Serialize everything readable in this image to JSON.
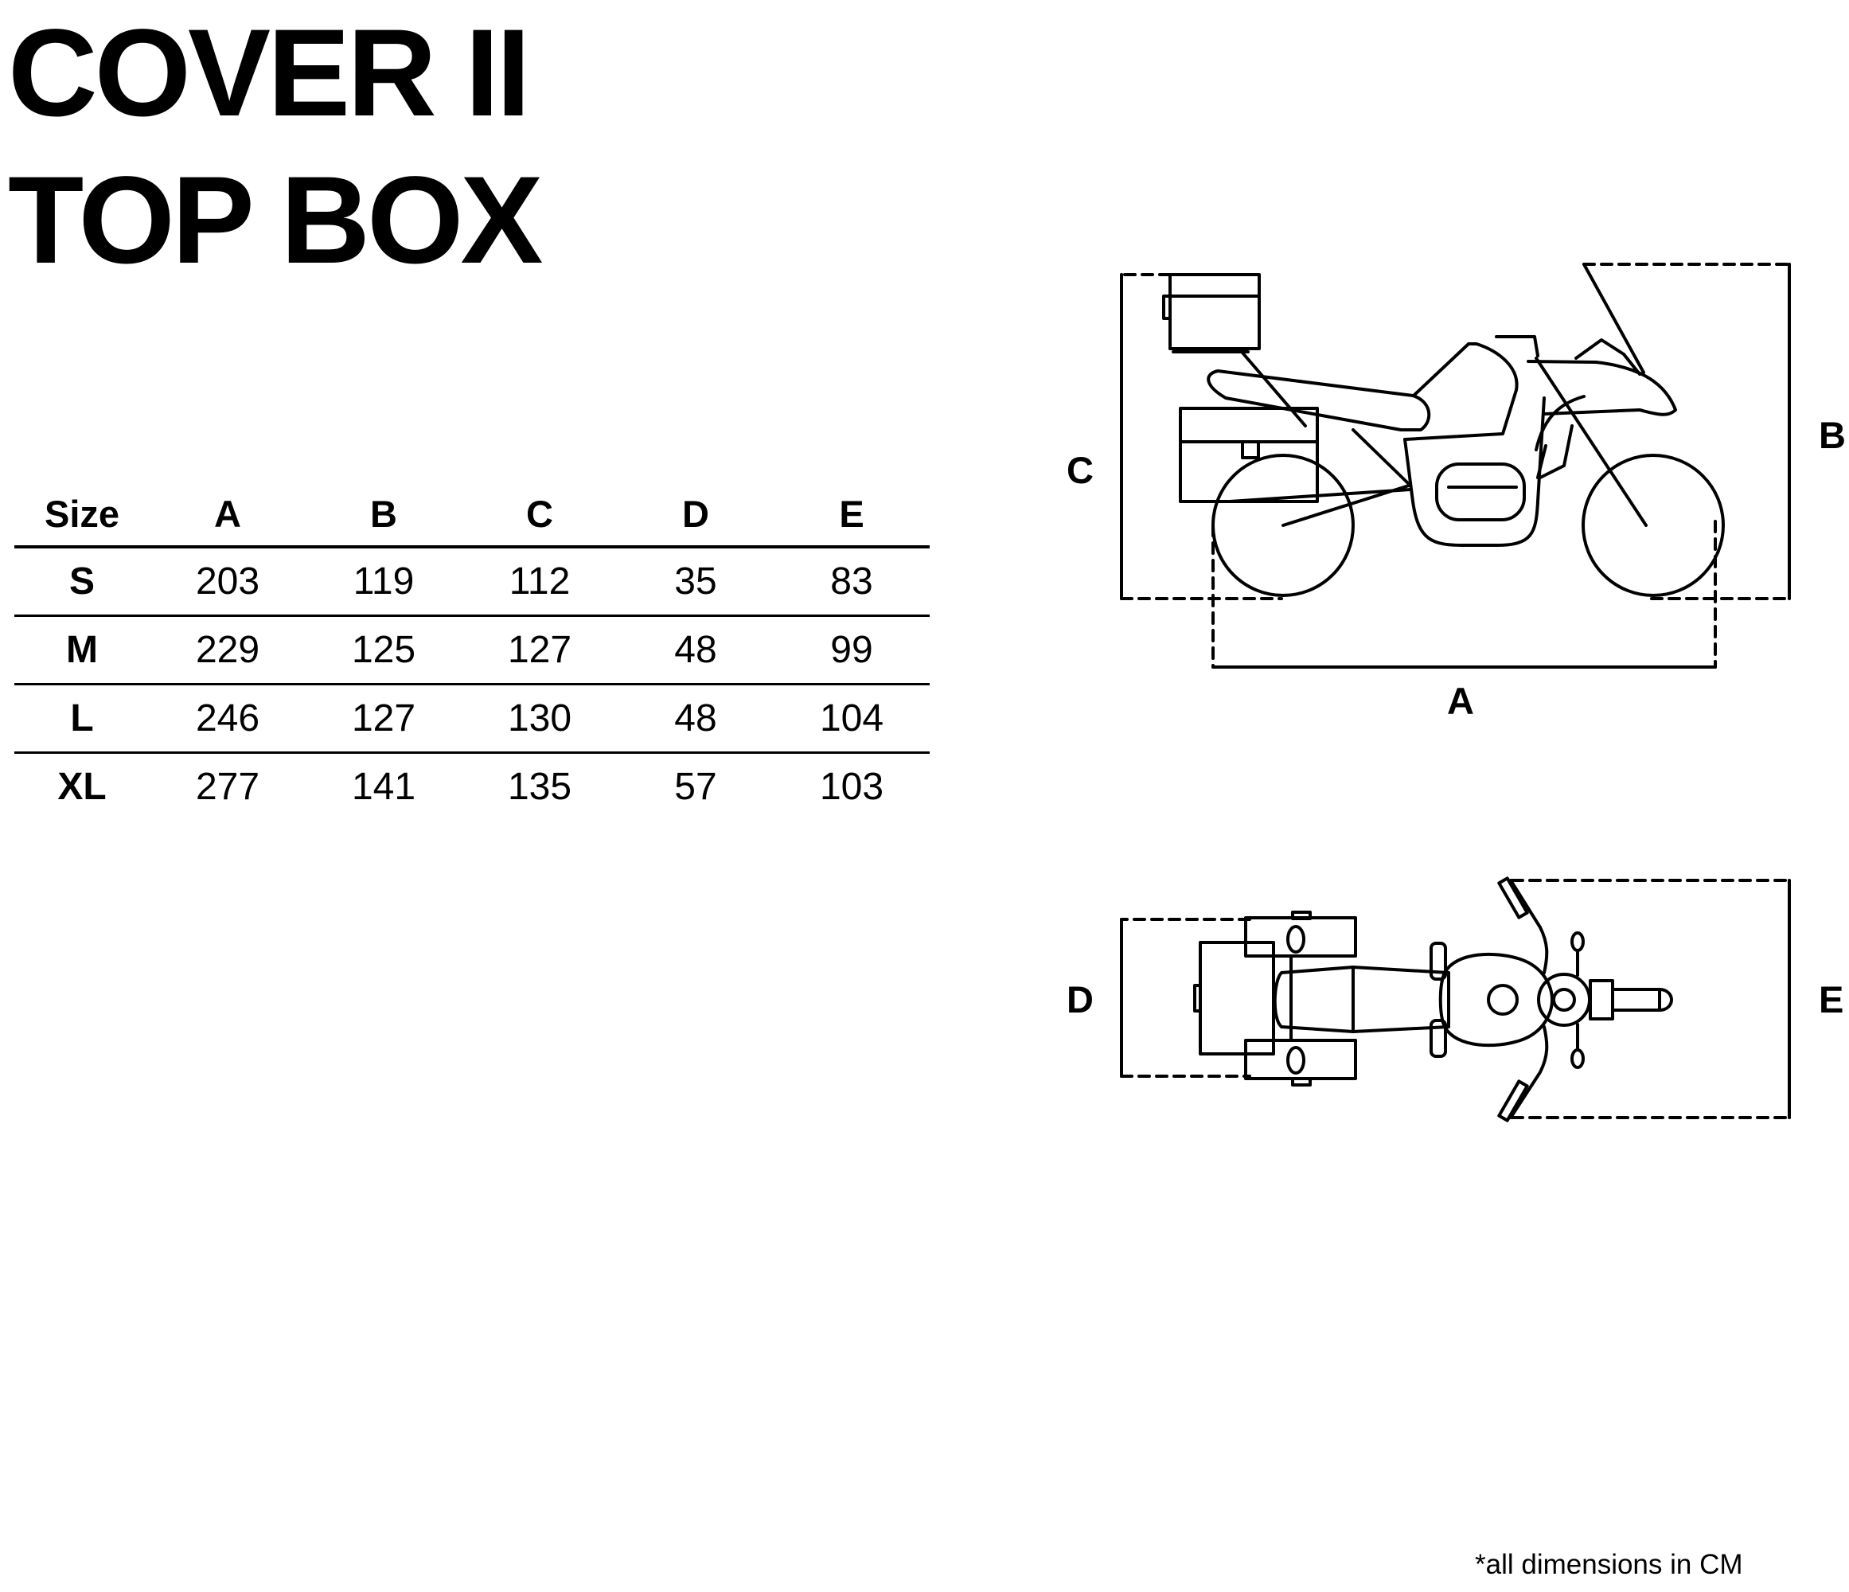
{
  "title": {
    "line1": "COVER II",
    "line2": "TOP BOX"
  },
  "table": {
    "headers": [
      "Size",
      "A",
      "B",
      "C",
      "D",
      "E"
    ],
    "rows": [
      {
        "size": "S",
        "values": [
          "203",
          "119",
          "112",
          "35",
          "83"
        ]
      },
      {
        "size": "M",
        "values": [
          "229",
          "125",
          "127",
          "48",
          "99"
        ]
      },
      {
        "size": "L",
        "values": [
          "246",
          "127",
          "130",
          "48",
          "104"
        ]
      },
      {
        "size": "XL",
        "values": [
          "277",
          "141",
          "135",
          "57",
          "103"
        ]
      }
    ]
  },
  "diagram": {
    "side_view": {
      "label_a": "A",
      "label_b": "B",
      "label_c": "C"
    },
    "top_view": {
      "label_d": "D",
      "label_e": "E"
    }
  },
  "footnote": "*all dimensions in CM"
}
